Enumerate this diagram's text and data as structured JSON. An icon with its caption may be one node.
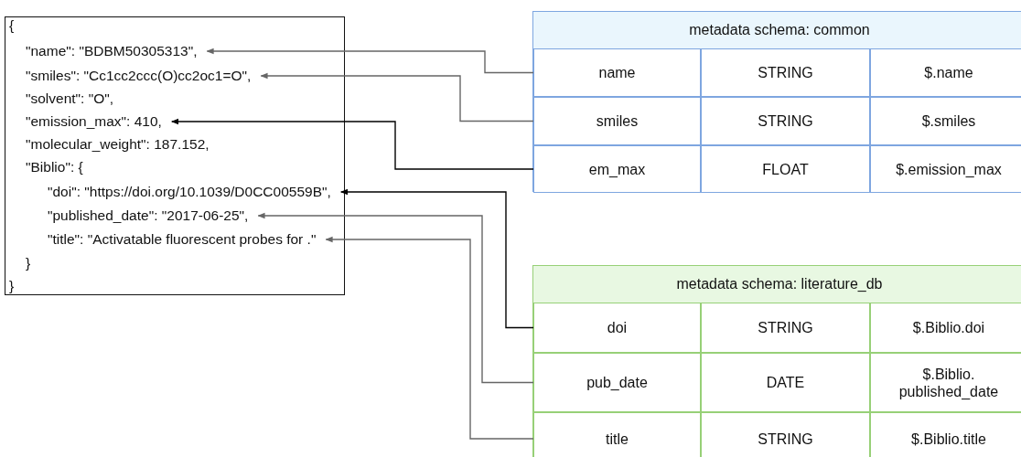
{
  "diagram": {
    "nodes": [
      {
        "text": [],
        "shape": "box"
      },
      {
        "text": [
          "{"
        ],
        "in": 0
      },
      {
        "text": [
          "\"name\": \"BDBM50305313\","
        ],
        "in": 0
      },
      {
        "text": [
          "\"smiles\": \"Cc1cc2ccc(O)cc2oc1=O\","
        ],
        "in": 0
      },
      {
        "text": [
          "\"solvent\": \"O\","
        ],
        "in": 0
      },
      {
        "text": [
          "\"emission_max\": 410,"
        ],
        "in": 0
      },
      {
        "text": [
          "\"molecular_weight\": 187.152,"
        ],
        "in": 0
      },
      {
        "text": [
          "\"Biblio\": {"
        ],
        "in": 0
      },
      {
        "text": [
          "\"doi\": \"https://doi.org/10.1039/D0CC00559B\","
        ],
        "in": 0
      },
      {
        "text": [
          "\"published_date\": \"2017-06-25\","
        ],
        "in": 0
      },
      {
        "text": [
          "\"title\": \"Activatable fluorescent probes for .\""
        ],
        "in": 0
      },
      {
        "text": [
          "}"
        ],
        "in": 0
      },
      {
        "text": [
          "}"
        ],
        "in": 0
      },
      {
        "text": [
          "metadata schema: common"
        ]
      },
      {
        "text": [
          "name"
        ],
        "in": 13
      },
      {
        "text": [
          "STRING"
        ],
        "in": 13
      },
      {
        "text": [
          "$.name"
        ],
        "in": 13
      },
      {
        "text": [
          "smiles"
        ],
        "in": 13
      },
      {
        "text": [
          "STRING"
        ],
        "in": 13
      },
      {
        "text": [
          "$.smiles"
        ],
        "in": 13
      },
      {
        "text": [
          "em_max"
        ],
        "in": 13
      },
      {
        "text": [
          "FLOAT"
        ],
        "in": 13
      },
      {
        "text": [
          "$.emission_max"
        ],
        "in": 13
      },
      {
        "text": [
          "metadata schema: literature_db"
        ]
      },
      {
        "text": [
          "doi"
        ],
        "in": 23
      },
      {
        "text": [
          "STRING"
        ],
        "in": 23
      },
      {
        "text": [
          "$.Biblio.doi"
        ],
        "in": 23
      },
      {
        "text": [
          "pub_date"
        ],
        "in": 23
      },
      {
        "text": [
          "DATE"
        ],
        "in": 23
      },
      {
        "text": [
          "$.Biblio. published_date"
        ],
        "in": 23
      },
      {
        "text": [
          "title"
        ],
        "in": 23
      },
      {
        "text": [
          "STRING"
        ],
        "in": 23
      },
      {
        "text": [
          "$.Biblio.title"
        ],
        "in": 23
      }
    ],
    "edges": [
      {
        "from": 14,
        "to": 2,
        "arrow": "to",
        "color": "#666666"
      },
      {
        "from": 17,
        "to": 3,
        "arrow": "to",
        "color": "#666666"
      },
      {
        "from": 20,
        "to": 5,
        "arrow": "to",
        "color": "#000000"
      },
      {
        "from": 24,
        "to": 8,
        "arrow": "to",
        "color": "#000000"
      },
      {
        "from": 27,
        "to": 9,
        "arrow": "to",
        "color": "#666666"
      },
      {
        "from": 30,
        "to": 10,
        "arrow": "to",
        "color": "#666666"
      }
    ]
  }
}
